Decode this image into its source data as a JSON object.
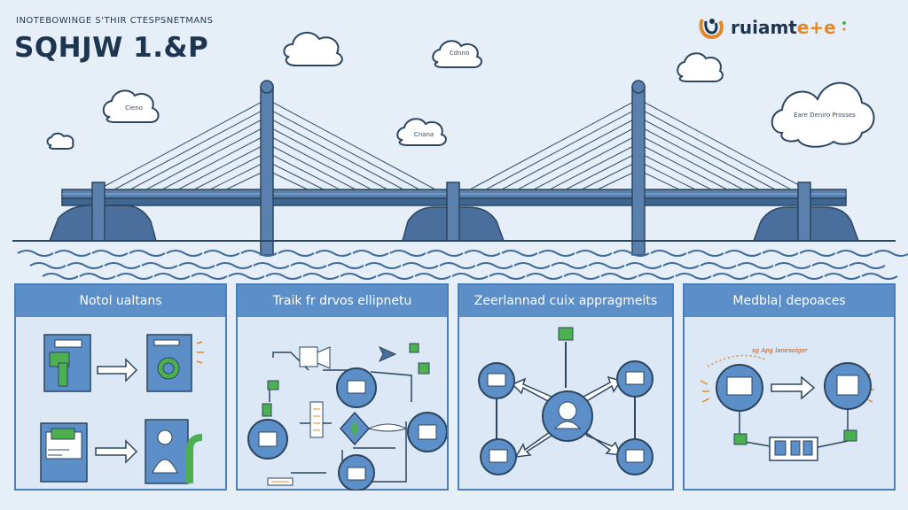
{
  "header": {
    "subtitle": "INOTEBOWINGE S'THIR CTESPSNETMANS",
    "title": "SQHJW 1.&P",
    "brand_main": "ruiamt",
    "brand_accent": "e+e"
  },
  "clouds": [
    {
      "label": "Cieno"
    },
    {
      "label": "Cdnno"
    },
    {
      "label": "Cnana"
    },
    {
      "label": "Eare Deniro Prosses"
    }
  ],
  "panels": [
    {
      "title": "Notol ualtans"
    },
    {
      "title": "Traik fr drvos ellipnetu"
    },
    {
      "title": "Zeerlannad cuix appragmeits"
    },
    {
      "title": "Medbla| depoaces"
    }
  ],
  "panel4_annotation": "sg Apg lanesoiger",
  "colors": {
    "background": "#e6eef7",
    "bridge": "#4a6f9c",
    "bridge_dark": "#33506f",
    "panel_header": "#5c8ec8",
    "panel_bg": "#dce8f5",
    "accent_green": "#4caf50",
    "accent_orange": "#e08a2b",
    "water": "#3e6a99"
  }
}
